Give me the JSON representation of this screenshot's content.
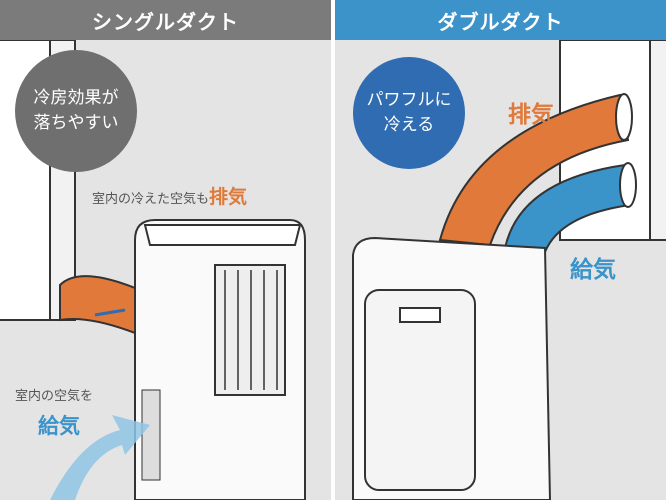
{
  "headers": {
    "single": "シングルダクト",
    "double": "ダブルダクト"
  },
  "single": {
    "bubble_line1": "冷房効果が",
    "bubble_line2": "落ちやすい",
    "exhaust_prefix": "室内の冷えた空気も",
    "exhaust_word": "排気",
    "intake_prefix": "室内の空気を",
    "intake_word": "給気"
  },
  "double": {
    "bubble_line1": "パワフルに",
    "bubble_line2": "冷える",
    "exhaust_word": "排気",
    "intake_word": "給気"
  },
  "colors": {
    "exhaust": "#e0793a",
    "intake": "#3a93c9",
    "single_header": "#7b7b7b",
    "double_header": "#3b93c9"
  }
}
